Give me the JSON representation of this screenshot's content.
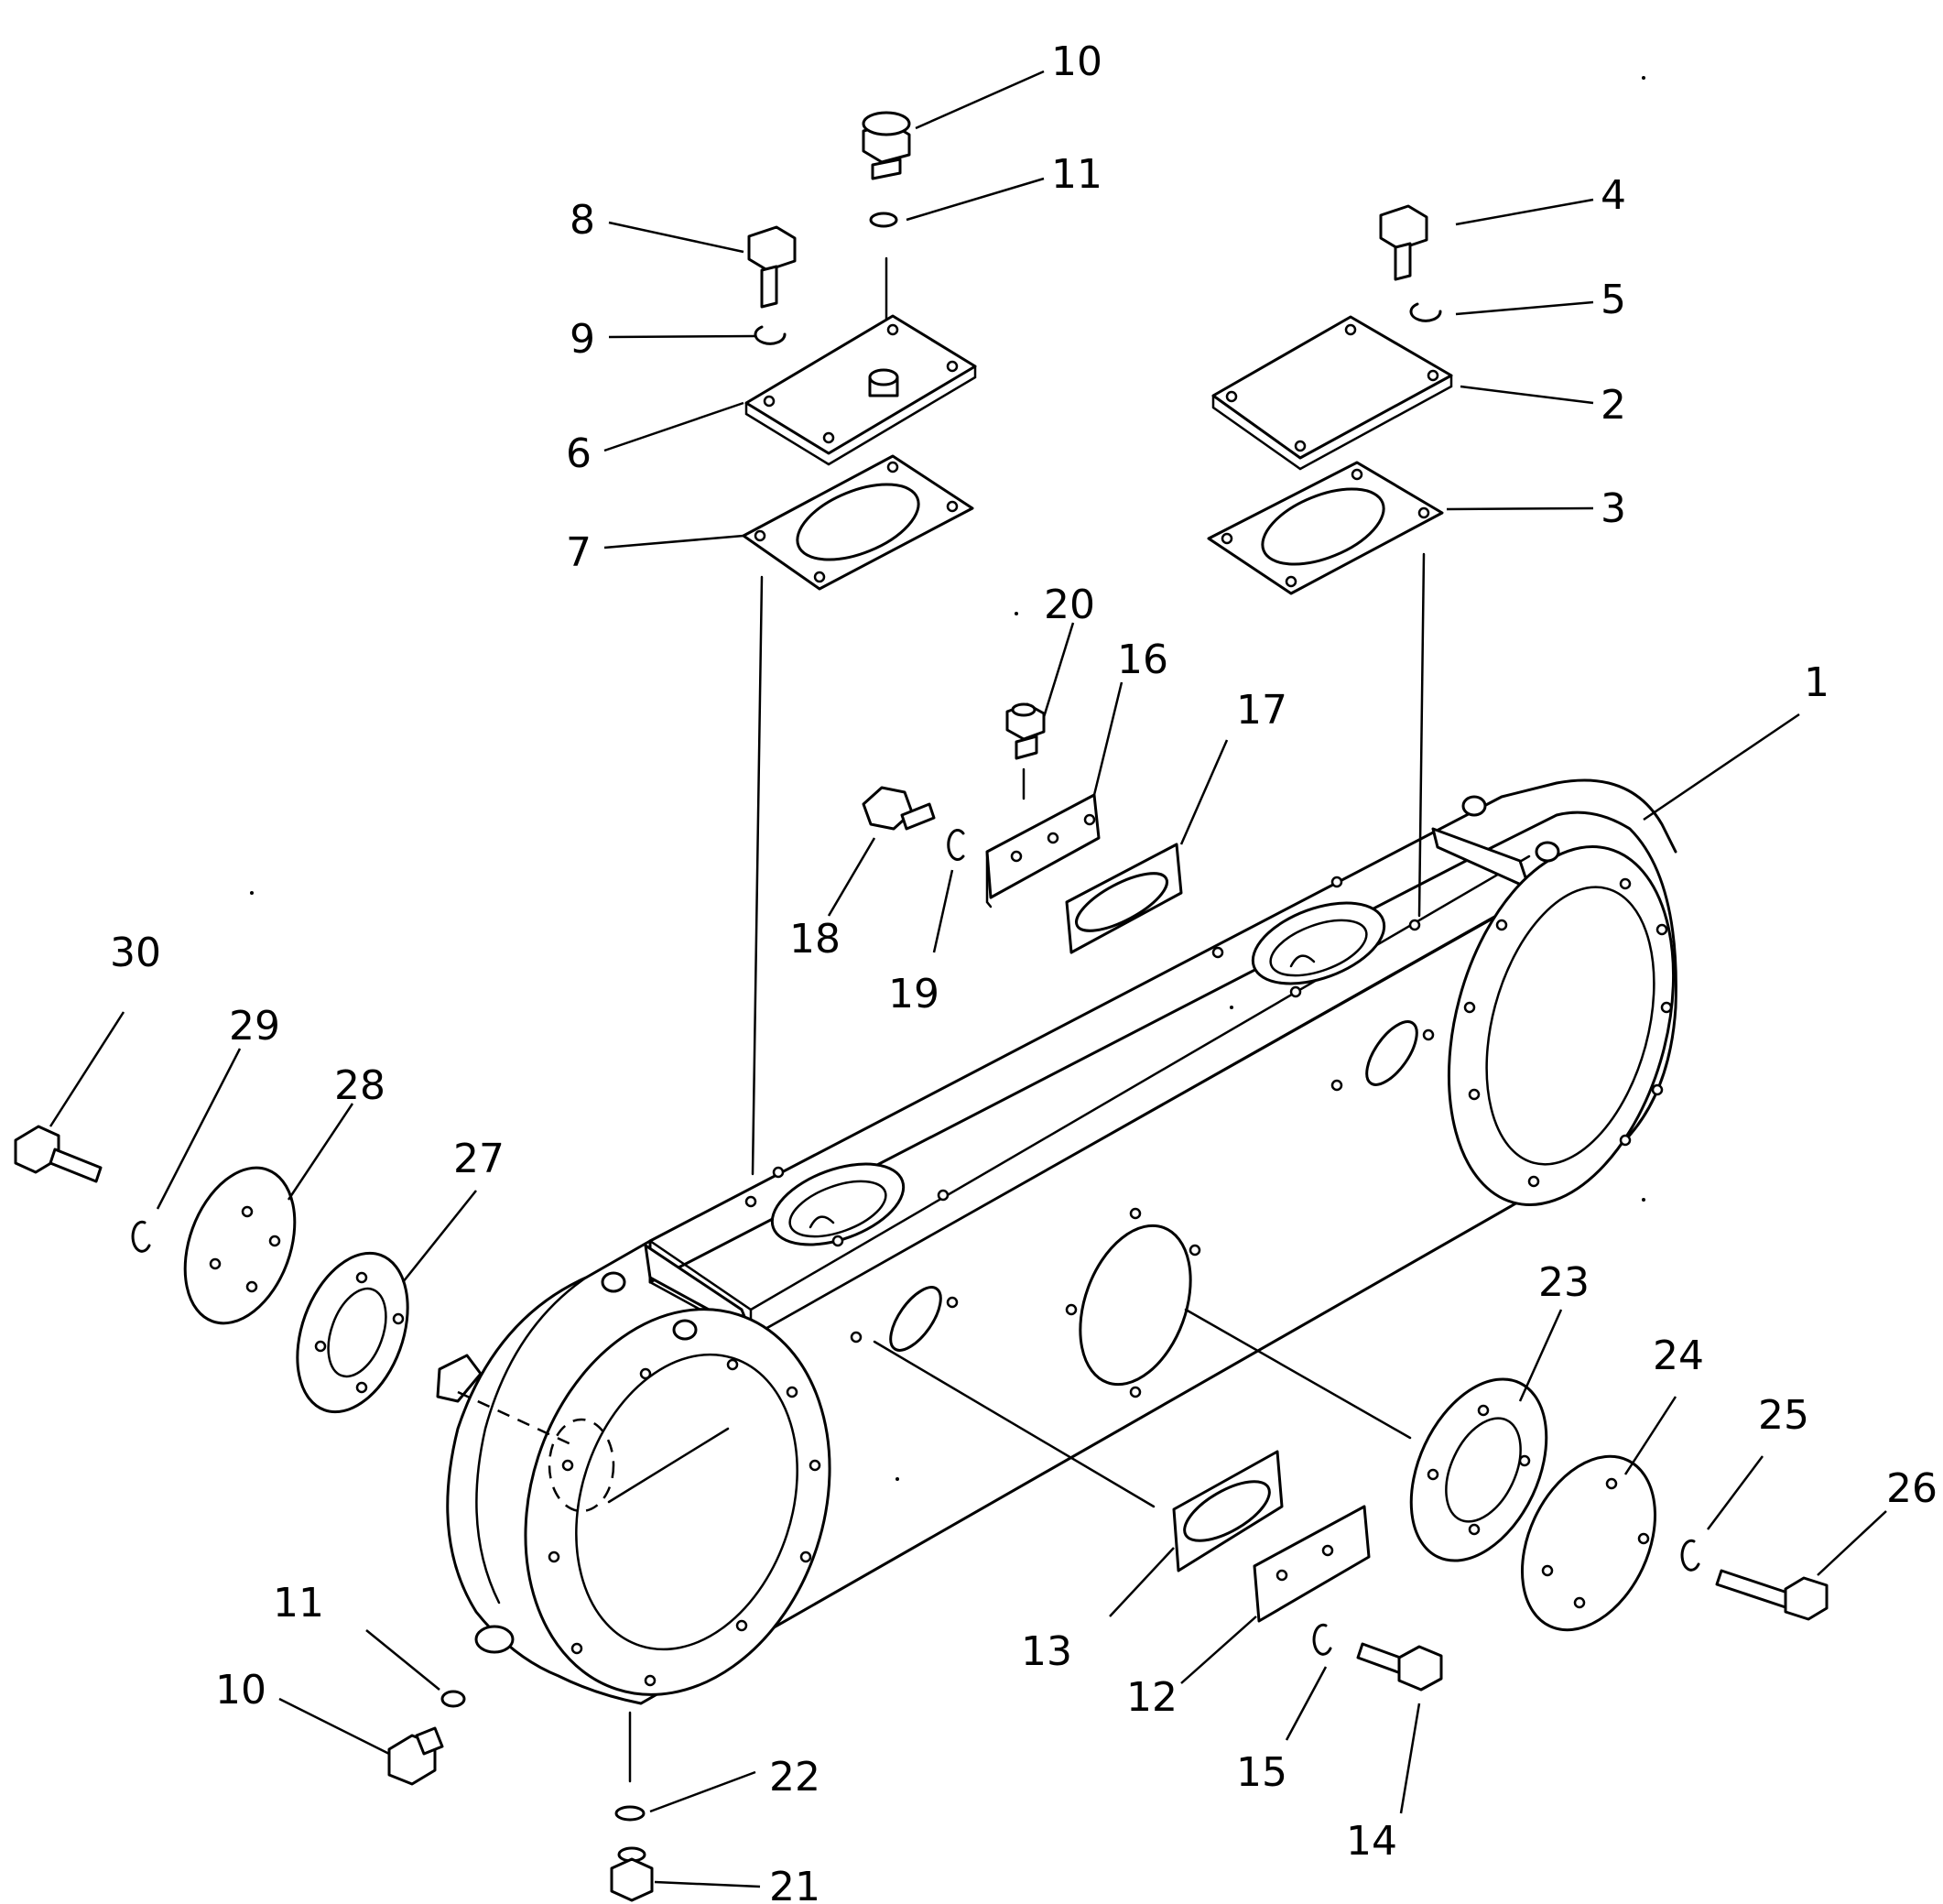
{
  "callouts": [
    {
      "id": "c1",
      "label": "1"
    },
    {
      "id": "c2",
      "label": "2"
    },
    {
      "id": "c3",
      "label": "3"
    },
    {
      "id": "c4",
      "label": "4"
    },
    {
      "id": "c5",
      "label": "5"
    },
    {
      "id": "c6",
      "label": "6"
    },
    {
      "id": "c7",
      "label": "7"
    },
    {
      "id": "c8",
      "label": "8"
    },
    {
      "id": "c9",
      "label": "9"
    },
    {
      "id": "c10a",
      "label": "10"
    },
    {
      "id": "c10b",
      "label": "10"
    },
    {
      "id": "c11a",
      "label": "11"
    },
    {
      "id": "c11b",
      "label": "11"
    },
    {
      "id": "c12",
      "label": "12"
    },
    {
      "id": "c13",
      "label": "13"
    },
    {
      "id": "c14",
      "label": "14"
    },
    {
      "id": "c15",
      "label": "15"
    },
    {
      "id": "c16",
      "label": "16"
    },
    {
      "id": "c17",
      "label": "17"
    },
    {
      "id": "c18",
      "label": "18"
    },
    {
      "id": "c19",
      "label": "19"
    },
    {
      "id": "c20",
      "label": "20"
    },
    {
      "id": "c21",
      "label": "21"
    },
    {
      "id": "c22",
      "label": "22"
    },
    {
      "id": "c23",
      "label": "23"
    },
    {
      "id": "c24",
      "label": "24"
    },
    {
      "id": "c25",
      "label": "25"
    },
    {
      "id": "c26",
      "label": "26"
    },
    {
      "id": "c27",
      "label": "27"
    },
    {
      "id": "c28",
      "label": "28"
    },
    {
      "id": "c29",
      "label": "29"
    },
    {
      "id": "c30",
      "label": "30"
    }
  ]
}
